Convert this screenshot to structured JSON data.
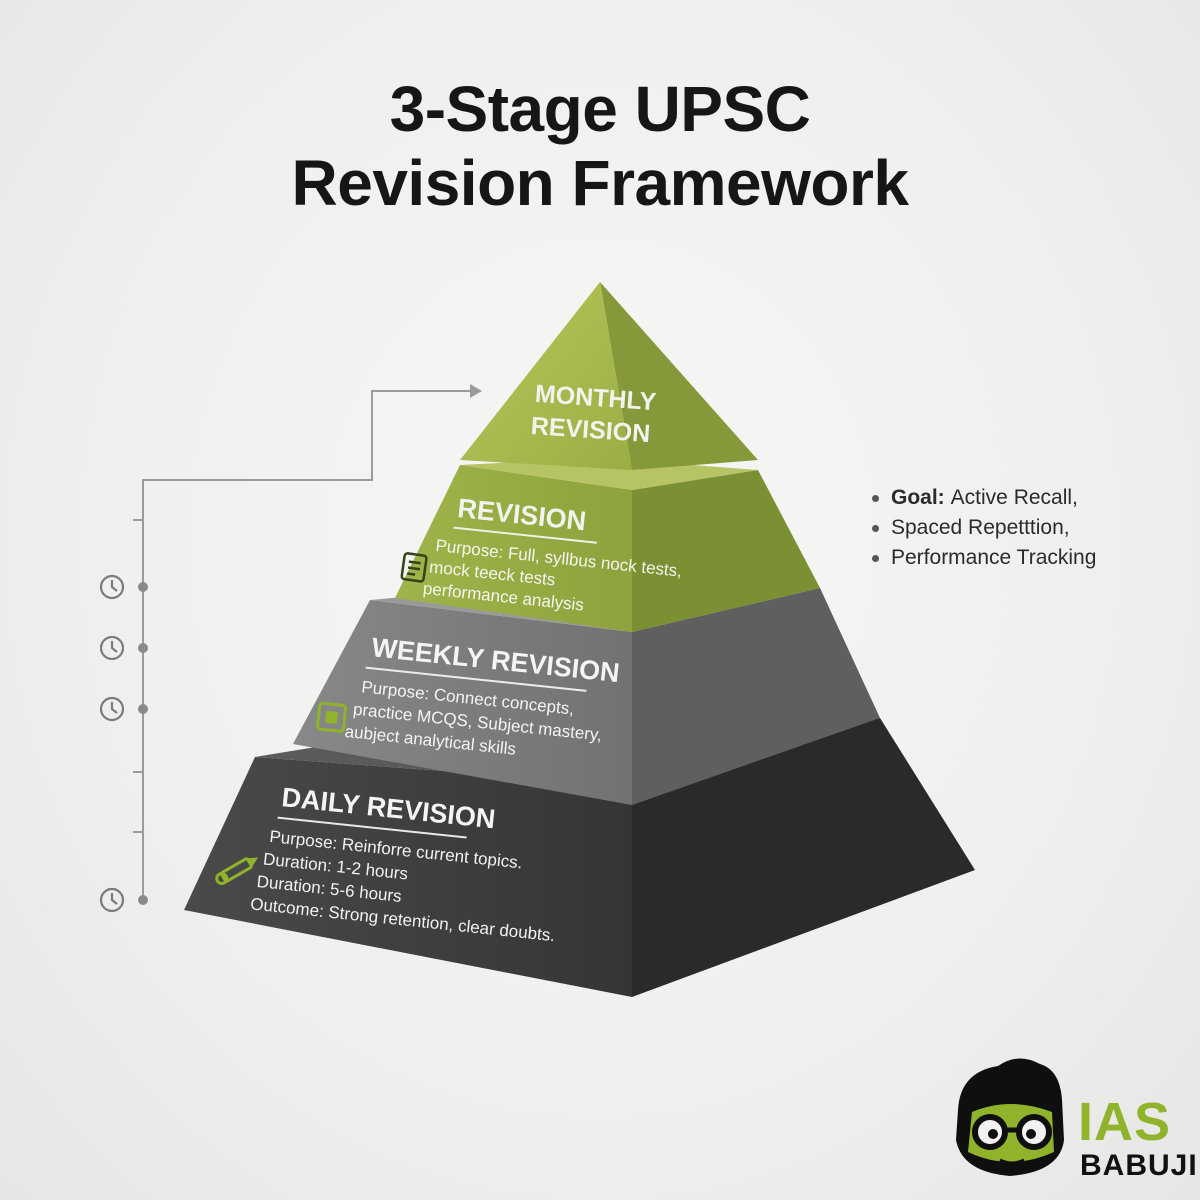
{
  "title": {
    "line1": "3-Stage UPSC",
    "line2": "Revision Framework"
  },
  "pyramid": {
    "monthly": {
      "line1": "MONTHLY",
      "line2": "REVISION"
    },
    "revision": {
      "heading": "REVISION",
      "lines": [
        "Purpose: Full, syllbus nock tests,",
        "mock teeck tests",
        "performance analysis"
      ]
    },
    "weekly": {
      "heading": "WEEKLY REVISION",
      "lines": [
        "Purpose: Connect concepts,",
        "practice MCQS, Subject mastery,",
        "aubject analytical skills"
      ]
    },
    "daily": {
      "heading": "DAILY REVISION",
      "lines": [
        "Purpose: Reinforre current topics.",
        "Duration: 1-2 hours",
        "Duration: 5-6 hours",
        "Outcome: Strong retention, clear doubts."
      ]
    }
  },
  "goals": {
    "label": "Goal:",
    "items": [
      "Active Recall,",
      "Spaced Repetttion,",
      "Performance Tracking"
    ]
  },
  "logo": {
    "top": "IAS",
    "bottom": "BABUJI"
  },
  "colors": {
    "green_light": "#a7b84d",
    "green_dark": "#7d9134",
    "grey_mid": "#7b7b7b",
    "charcoal": "#3a3a3a",
    "accent_icon": "#8fb32a"
  }
}
